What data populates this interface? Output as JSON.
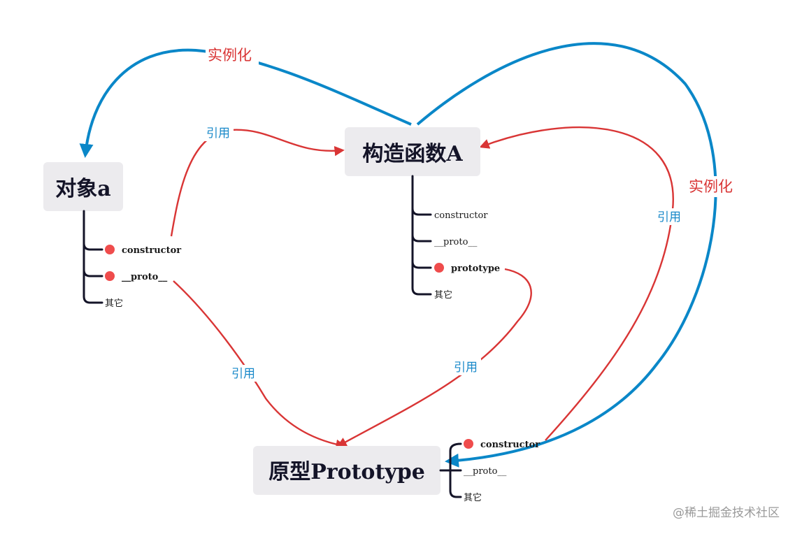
{
  "nodes": {
    "object_a": {
      "title": "对象a",
      "items": [
        "constructor",
        "__proto__",
        "其它"
      ]
    },
    "constructor_A": {
      "title": "构造函数A",
      "items": [
        "constructor",
        "__proto__",
        "prototype",
        "其它"
      ]
    },
    "prototype": {
      "title": "原型Prototype",
      "items": [
        "constructor",
        "__proto__",
        "其它"
      ]
    }
  },
  "edges": {
    "instantiate_label": "实例化",
    "reference_label": "引用"
  },
  "colors": {
    "reference": "#d93535",
    "instantiate": "#0a87c8",
    "marker_dot": "#ef4c4c"
  },
  "watermark": "@稀土掘金技术社区"
}
